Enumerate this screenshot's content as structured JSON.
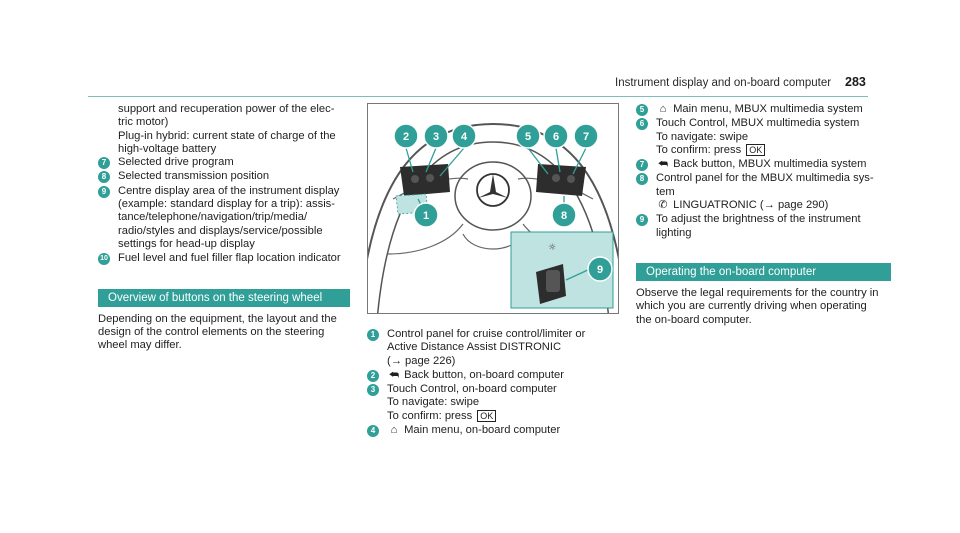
{
  "header": {
    "title": "Instrument display and on-board computer",
    "page_number": "283"
  },
  "left": {
    "cont_lines": [
      "support and recuperation power of the elec-",
      "tric motor)",
      "Plug-in hybrid: current state of charge of the",
      "high-voltage battery"
    ],
    "items": [
      {
        "num": "7",
        "lines": [
          "Selected drive program"
        ]
      },
      {
        "num": "8",
        "lines": [
          "Selected transmission position"
        ]
      },
      {
        "num": "9",
        "lines": [
          "Centre display area of the instrument display",
          "(example: standard display for a trip): assis-",
          "tance/telephone/navigation/trip/media/",
          "radio/styles and displays/service/possible",
          "settings for head-up display"
        ]
      },
      {
        "num": "10",
        "lines": [
          "Fuel level and fuel filler flap location indicator"
        ]
      }
    ],
    "section_title": "Overview of buttons on the steering wheel",
    "paragraph_lines": [
      "Depending on the equipment, the layout and the",
      "design of the control elements on the steering",
      "wheel may differ."
    ]
  },
  "figure": {
    "callouts": [
      "2",
      "3",
      "4",
      "5",
      "6",
      "7",
      "1",
      "8",
      "9"
    ],
    "colors": {
      "callout": "#2f9f98",
      "inset": "#bfe3e1",
      "line": "#555555"
    }
  },
  "middle": {
    "items": [
      {
        "num": "1",
        "lines": [
          "Control panel for cruise control/limiter or",
          "Active Distance Assist DISTRONIC",
          "(→ page 226)"
        ]
      },
      {
        "num": "2",
        "icon": "back-arrow-icon",
        "glyph": "⮪",
        "lines": [
          "Back button, on-board computer"
        ]
      },
      {
        "num": "3",
        "lines": [
          "Touch Control, on-board computer"
        ],
        "sub": [
          "To navigate: swipe",
          "To confirm: press"
        ],
        "ok": "OK"
      },
      {
        "num": "4",
        "icon": "home-icon",
        "glyph": "⌂",
        "lines": [
          "Main menu, on-board computer"
        ]
      }
    ]
  },
  "right": {
    "items": [
      {
        "num": "5",
        "icon": "home-icon",
        "glyph": "⌂",
        "lines": [
          "Main menu, MBUX multimedia system"
        ]
      },
      {
        "num": "6",
        "lines": [
          "Touch Control, MBUX multimedia system"
        ],
        "sub": [
          "To navigate: swipe",
          "To confirm: press"
        ],
        "ok": "OK"
      },
      {
        "num": "7",
        "icon": "back-arrow-icon",
        "glyph": "⮪",
        "lines": [
          "Back button, MBUX multimedia system"
        ]
      },
      {
        "num": "8",
        "lines": [
          "Control panel for the MBUX multimedia sys-",
          "tem"
        ],
        "sub_icon_line": "LINGUATRONIC (→ page 290)",
        "sub_glyph": "✆"
      },
      {
        "num": "9",
        "lines": [
          "To adjust the brightness of the instrument",
          "lighting"
        ]
      }
    ],
    "section_title": "Operating the on-board computer",
    "paragraph_lines": [
      "Observe the legal requirements for the country in",
      "which you are currently driving when operating",
      "the on-board computer."
    ]
  }
}
